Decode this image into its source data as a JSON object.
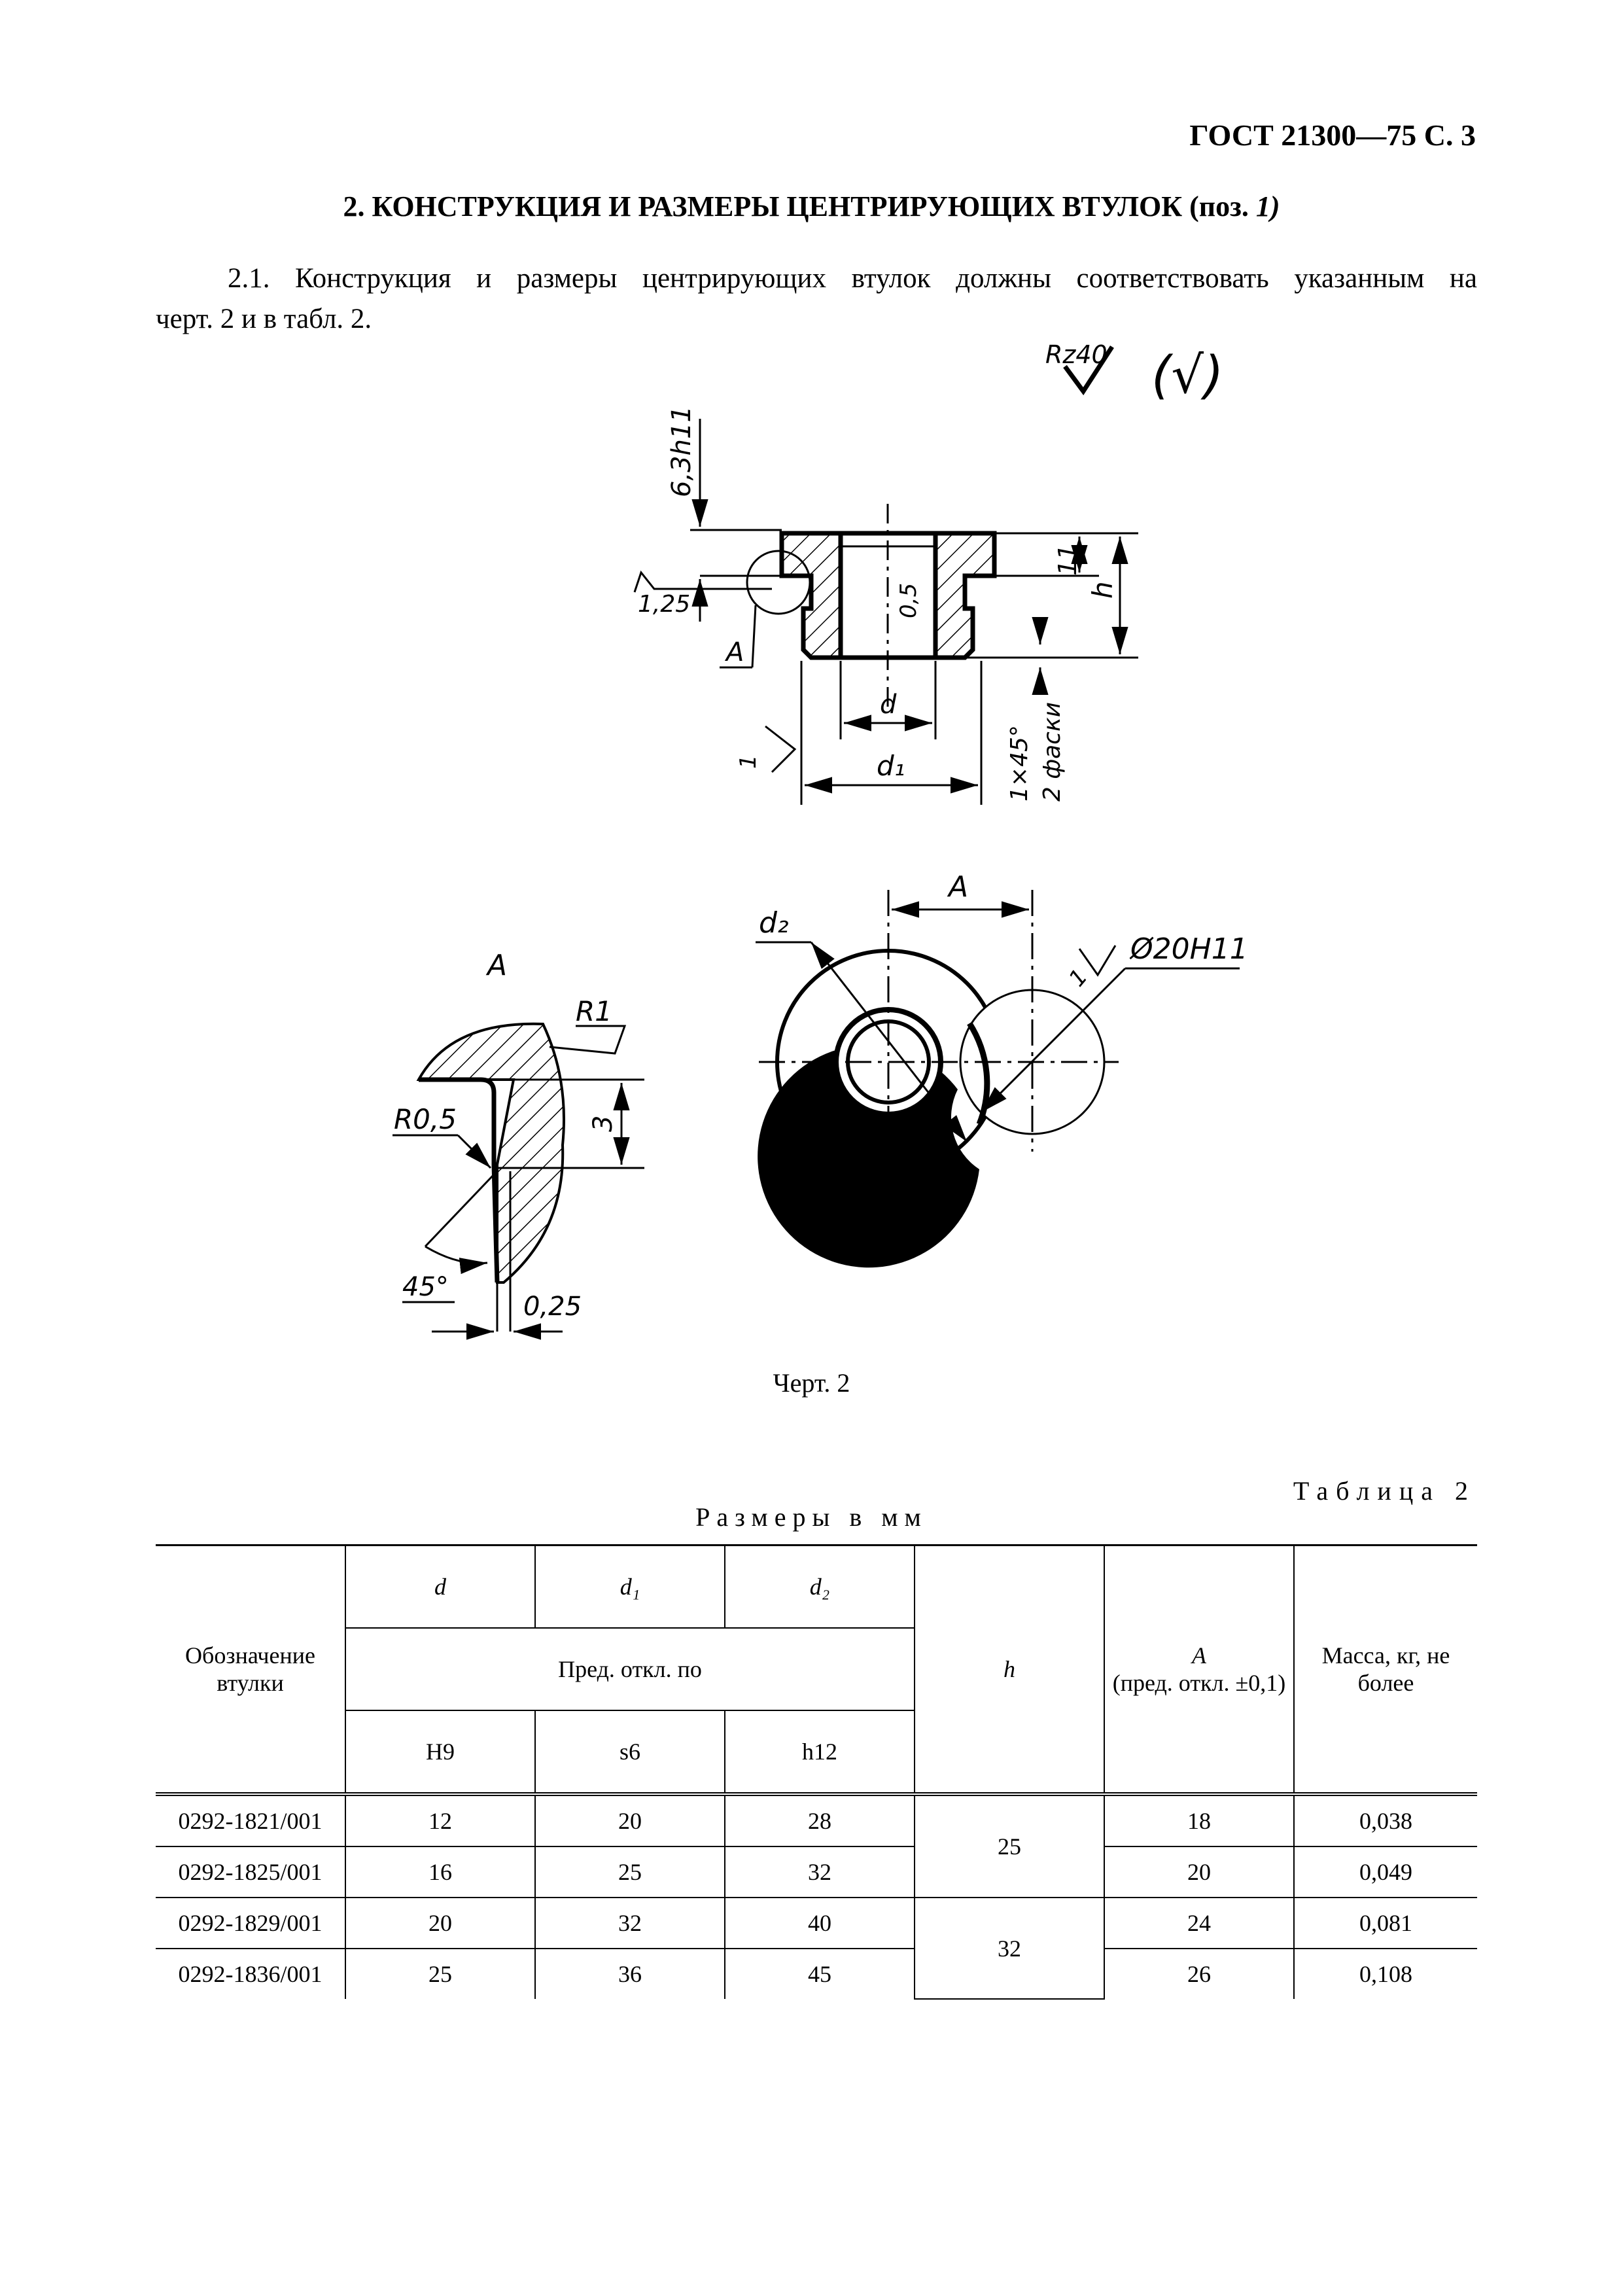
{
  "header": {
    "standard": "ГОСТ 21300—75 С. 3"
  },
  "section": {
    "title": "2. КОНСТРУКЦИЯ И РАЗМЕРЫ ЦЕНТРИРУЮЩИХ ВТУЛОК (поз.",
    "position": "1)"
  },
  "paragraph": {
    "line1": "2.1. Конструкция и размеры центрирующих втулок должны соответствовать указанным на",
    "line2": "черт.  2 и в табл.  2."
  },
  "drawing": {
    "roughness_main": "Rz40",
    "roughness_rest": "(√)",
    "dim_63h11": "6,3h11",
    "dim_125": "1,25",
    "dim_05": "0,5",
    "dim_11": "11",
    "dim_h": "h",
    "dim_d": "d",
    "dim_d1": "d₁",
    "dim_1": "1",
    "dim_chamfer": "1×45°",
    "dim_chamfer2": "2 фаски",
    "view_A": "A",
    "detail_A": "A",
    "label_R1": "R1",
    "label_R05": "R0,5",
    "label_3": "3",
    "label_45": "45°",
    "label_025": "0,25",
    "dim_d2": "d₂",
    "dim_A_top": "A",
    "dim_phi": "Ø20H11",
    "dim_1b": "1",
    "caption": "Черт.  2"
  },
  "table": {
    "number": "Таблица 2",
    "units": "Размеры в мм",
    "col_designation": "Обозначение втулки",
    "col_d": "d",
    "col_d1": "d₁",
    "col_d2": "d₂",
    "col_tol": "Пред. откл. по",
    "col_h": "h",
    "col_A": "A",
    "col_A_tol": "(пред. откл. ±0,1)",
    "col_mass": "Масса, кг, не более",
    "tol_d": "H9",
    "tol_d1": "s6",
    "tol_d2": "h12",
    "rows": [
      {
        "designation": "0292-1821/001",
        "d": "12",
        "d1": "20",
        "d2": "28",
        "A": "18",
        "mass": "0,038"
      },
      {
        "designation": "0292-1825/001",
        "d": "16",
        "d1": "25",
        "d2": "32",
        "A": "20",
        "mass": "0,049"
      },
      {
        "designation": "0292-1829/001",
        "d": "20",
        "d1": "32",
        "d2": "40",
        "A": "24",
        "mass": "0,081"
      },
      {
        "designation": "0292-1836/001",
        "d": "25",
        "d1": "36",
        "d2": "45",
        "A": "26",
        "mass": "0,108"
      }
    ],
    "h_group1": "25",
    "h_group2": "32"
  }
}
